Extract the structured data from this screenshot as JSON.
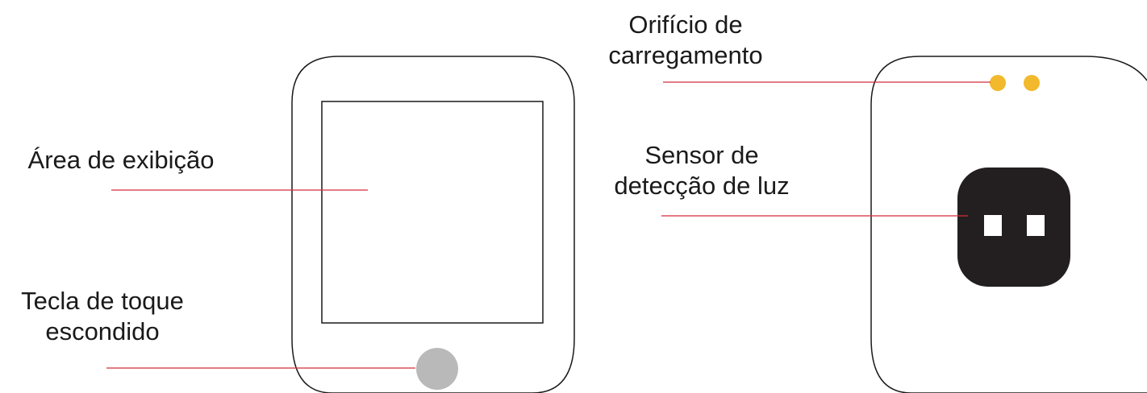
{
  "labels": {
    "display_area": "Área de exibição",
    "touch_key": {
      "line1": "Tecla de toque",
      "line2": "escondido"
    },
    "charging_hole": {
      "line1": "Orifício de",
      "line2": "carregamento"
    },
    "light_sensor": {
      "line1": "Sensor de",
      "line2": "detecção de luz"
    }
  },
  "colors": {
    "leader_line": "#d32f3a",
    "outline": "#1a1a1a",
    "charging_dot": "#f2b92c",
    "touch_key": "#b9b9b9",
    "sensor_body": "#231f20",
    "sensor_window": "#ffffff"
  }
}
